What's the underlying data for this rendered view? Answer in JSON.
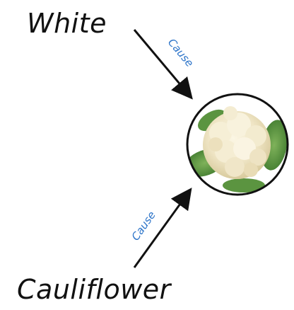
{
  "top_node": {
    "label": "White"
  },
  "bottom_node": {
    "label": "Cauliflower"
  },
  "edges": [
    {
      "from": "White",
      "to": "cauliflower-image",
      "label": "Cause"
    },
    {
      "from": "Cauliflower",
      "to": "cauliflower-image",
      "label": "Cause"
    }
  ],
  "center_node": {
    "image": "cauliflower-image"
  },
  "colors": {
    "arrow": "#111111",
    "cause_label": "#2E75C9",
    "circle_border": "#111111",
    "text": "#111111"
  }
}
